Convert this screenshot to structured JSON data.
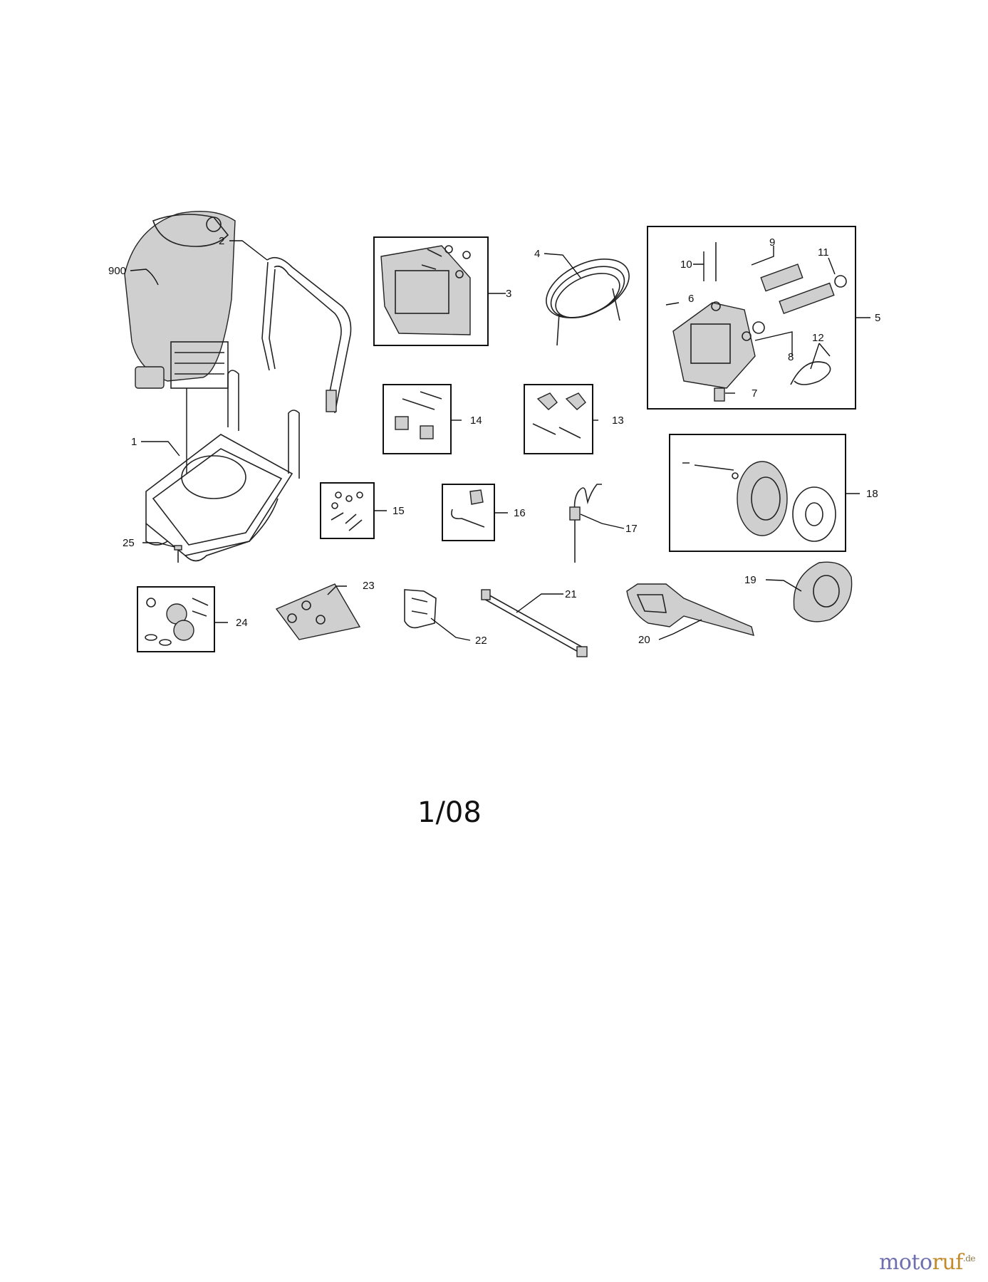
{
  "parts": [
    {
      "id": "p900",
      "label": "900"
    },
    {
      "id": "p1",
      "label": "1"
    },
    {
      "id": "p2",
      "label": "2"
    },
    {
      "id": "p3",
      "label": "3"
    },
    {
      "id": "p4",
      "label": "4"
    },
    {
      "id": "p5",
      "label": "5"
    },
    {
      "id": "p6",
      "label": "6"
    },
    {
      "id": "p7",
      "label": "7"
    },
    {
      "id": "p8",
      "label": "8"
    },
    {
      "id": "p9",
      "label": "9"
    },
    {
      "id": "p10",
      "label": "10"
    },
    {
      "id": "p11",
      "label": "11"
    },
    {
      "id": "p12",
      "label": "12"
    },
    {
      "id": "p13",
      "label": "13"
    },
    {
      "id": "p14",
      "label": "14"
    },
    {
      "id": "p15",
      "label": "15"
    },
    {
      "id": "p16",
      "label": "16"
    },
    {
      "id": "p17",
      "label": "17"
    },
    {
      "id": "p18",
      "label": "18"
    },
    {
      "id": "p19",
      "label": "19"
    },
    {
      "id": "p20",
      "label": "20"
    },
    {
      "id": "p21",
      "label": "21"
    },
    {
      "id": "p22",
      "label": "22"
    },
    {
      "id": "p23",
      "label": "23"
    },
    {
      "id": "p24",
      "label": "24"
    },
    {
      "id": "p25",
      "label": "25"
    }
  ],
  "page_number": "1/08",
  "watermark": {
    "main": "moto",
    "accent": "ruf",
    "suffix": ".de"
  }
}
